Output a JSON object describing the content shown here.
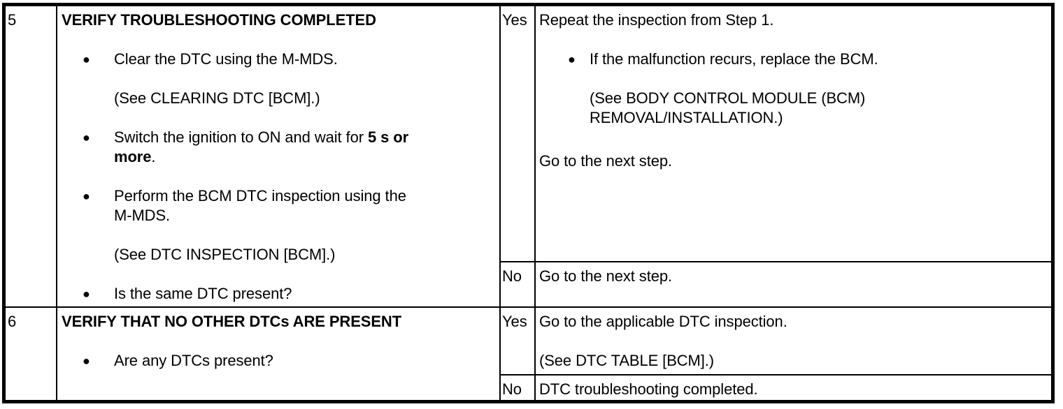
{
  "colors": {
    "border": "#000000",
    "background": "#ffffff",
    "text": "#000000"
  },
  "icons": {
    "bullet": "●"
  },
  "rows": [
    {
      "step": "5",
      "procedure": {
        "title": "VERIFY TROUBLESHOOTING COMPLETED",
        "bullet1": "Clear the DTC using the M-MDS.",
        "ref1": "(See CLEARING DTC [BCM].)",
        "bullet2_pre": "Switch the ignition to ON and wait for ",
        "bullet2_bold_line1": "5 s or",
        "bullet2_bold_line2": "more",
        "bullet2_post": ".",
        "bullet3_line1": "Perform the BCM DTC inspection using the",
        "bullet3_line2": "M-MDS.",
        "ref2": "(See DTC INSPECTION [BCM].)",
        "bullet4": "Is the same DTC present?"
      },
      "yes": {
        "label": "Yes",
        "intro": "Repeat the inspection from Step 1.",
        "bullet1": "If the malfunction recurs, replace the BCM.",
        "ref_line1": "(See BODY CONTROL MODULE (BCM)",
        "ref_line2": "REMOVAL/INSTALLATION.)",
        "outro": "Go to the next step."
      },
      "no": {
        "label": "No",
        "action": "Go to the next step."
      }
    },
    {
      "step": "6",
      "procedure": {
        "title": "VERIFY THAT NO OTHER DTCs ARE PRESENT",
        "bullet1": "Are any DTCs present?"
      },
      "yes": {
        "label": "Yes",
        "action": "Go to the applicable DTC inspection.",
        "ref": "(See DTC TABLE [BCM].)"
      },
      "no": {
        "label": "No",
        "action": "DTC troubleshooting completed."
      }
    }
  ]
}
